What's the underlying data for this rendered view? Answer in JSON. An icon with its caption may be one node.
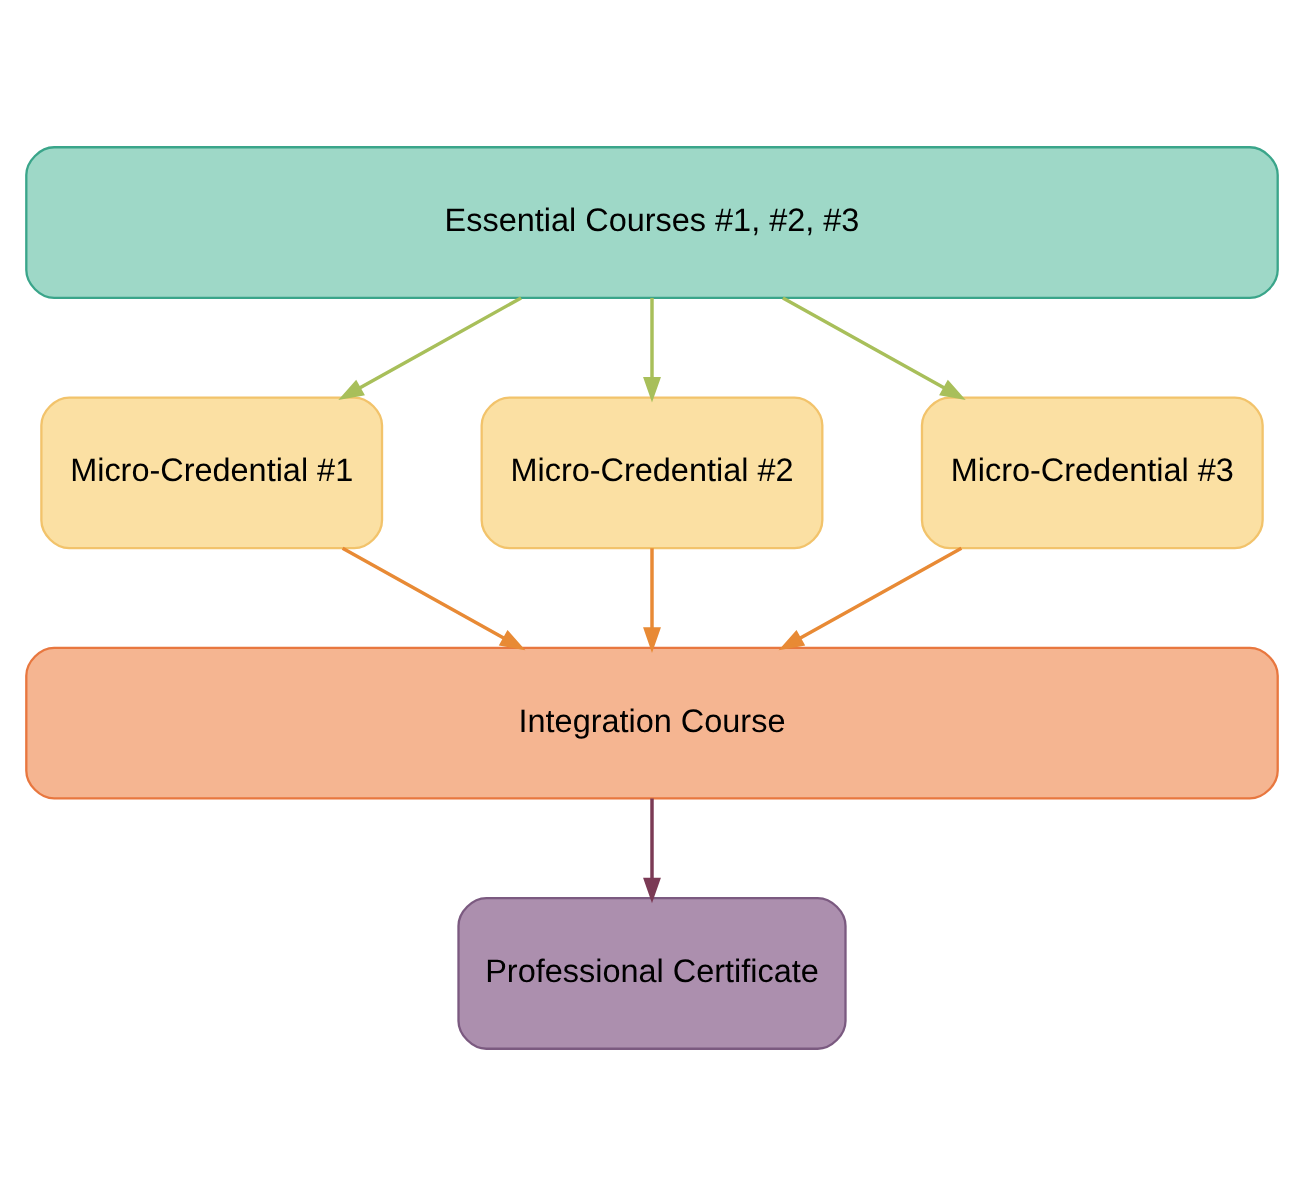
{
  "diagram": {
    "nodes": [
      {
        "text": [
          "Essential Courses #1, #2, #3"
        ]
      },
      {
        "text": [
          "Micro-Credential #1"
        ]
      },
      {
        "text": [
          "Micro-Credential #2"
        ]
      },
      {
        "text": [
          "Micro-Credential #3"
        ]
      },
      {
        "text": [
          "Integration Course"
        ]
      },
      {
        "text": [
          "Professional Certificate"
        ]
      }
    ],
    "edges": [
      {
        "from": 0,
        "to": 1,
        "arrow": "to",
        "color": "#a8bf5a"
      },
      {
        "from": 0,
        "to": 2,
        "arrow": "to",
        "color": "#a8bf5a"
      },
      {
        "from": 0,
        "to": 3,
        "arrow": "to",
        "color": "#a8bf5a"
      },
      {
        "from": 1,
        "to": 4,
        "arrow": "to"
      },
      {
        "from": 2,
        "to": 4,
        "arrow": "to"
      },
      {
        "from": 3,
        "to": 4,
        "arrow": "to"
      },
      {
        "from": 4,
        "to": 5,
        "arrow": "to",
        "color": "#7b3a55"
      }
    ]
  }
}
